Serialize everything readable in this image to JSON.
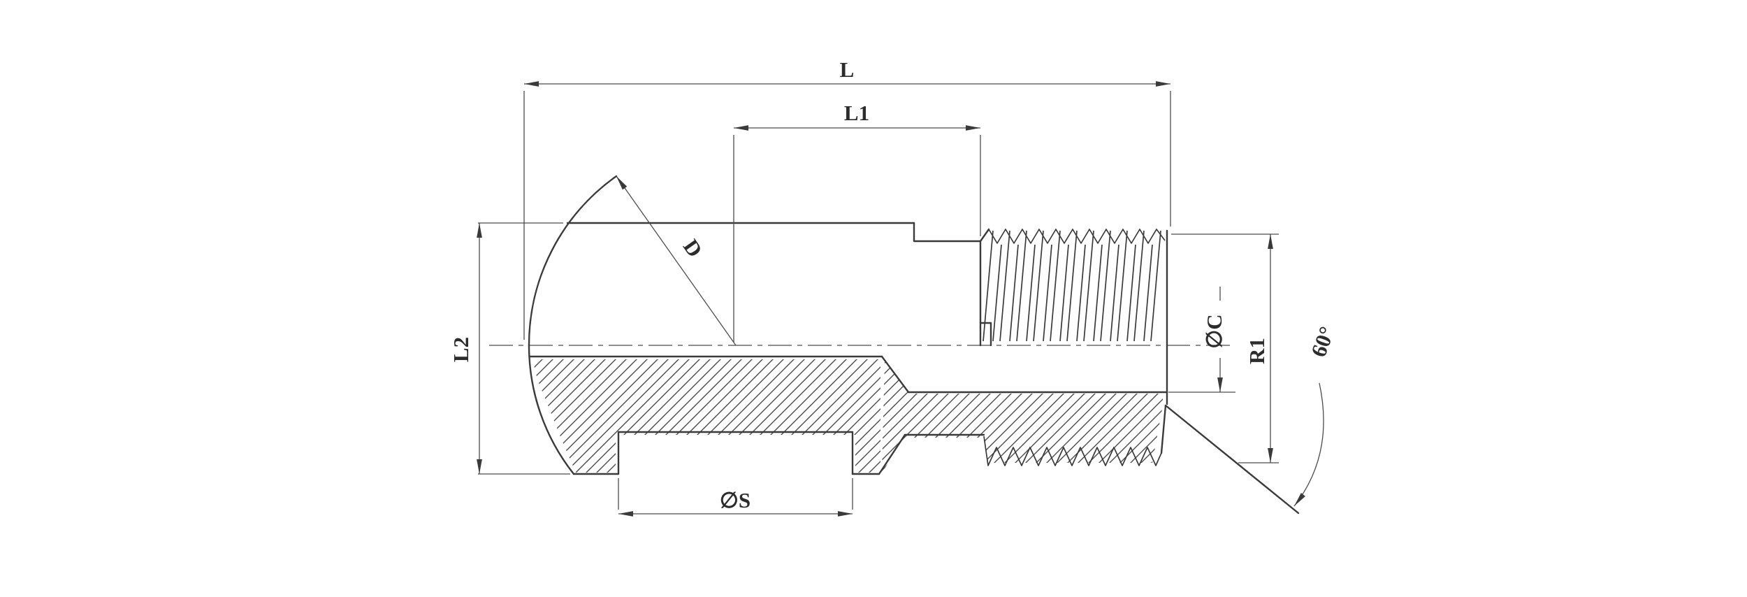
{
  "drawing": {
    "dimensions": {
      "overall_length": "L",
      "thread_length": "L1",
      "head_height": "L2",
      "dome_diameter": "D",
      "socket_diameter": "∅S",
      "bore_diameter": "∅C",
      "thread_radius": "R1",
      "taper_angle": "60°"
    },
    "colors": {
      "line": "#3a3a3a",
      "background_center": "#ffffff",
      "background_edge": "#e2e2e2"
    }
  }
}
